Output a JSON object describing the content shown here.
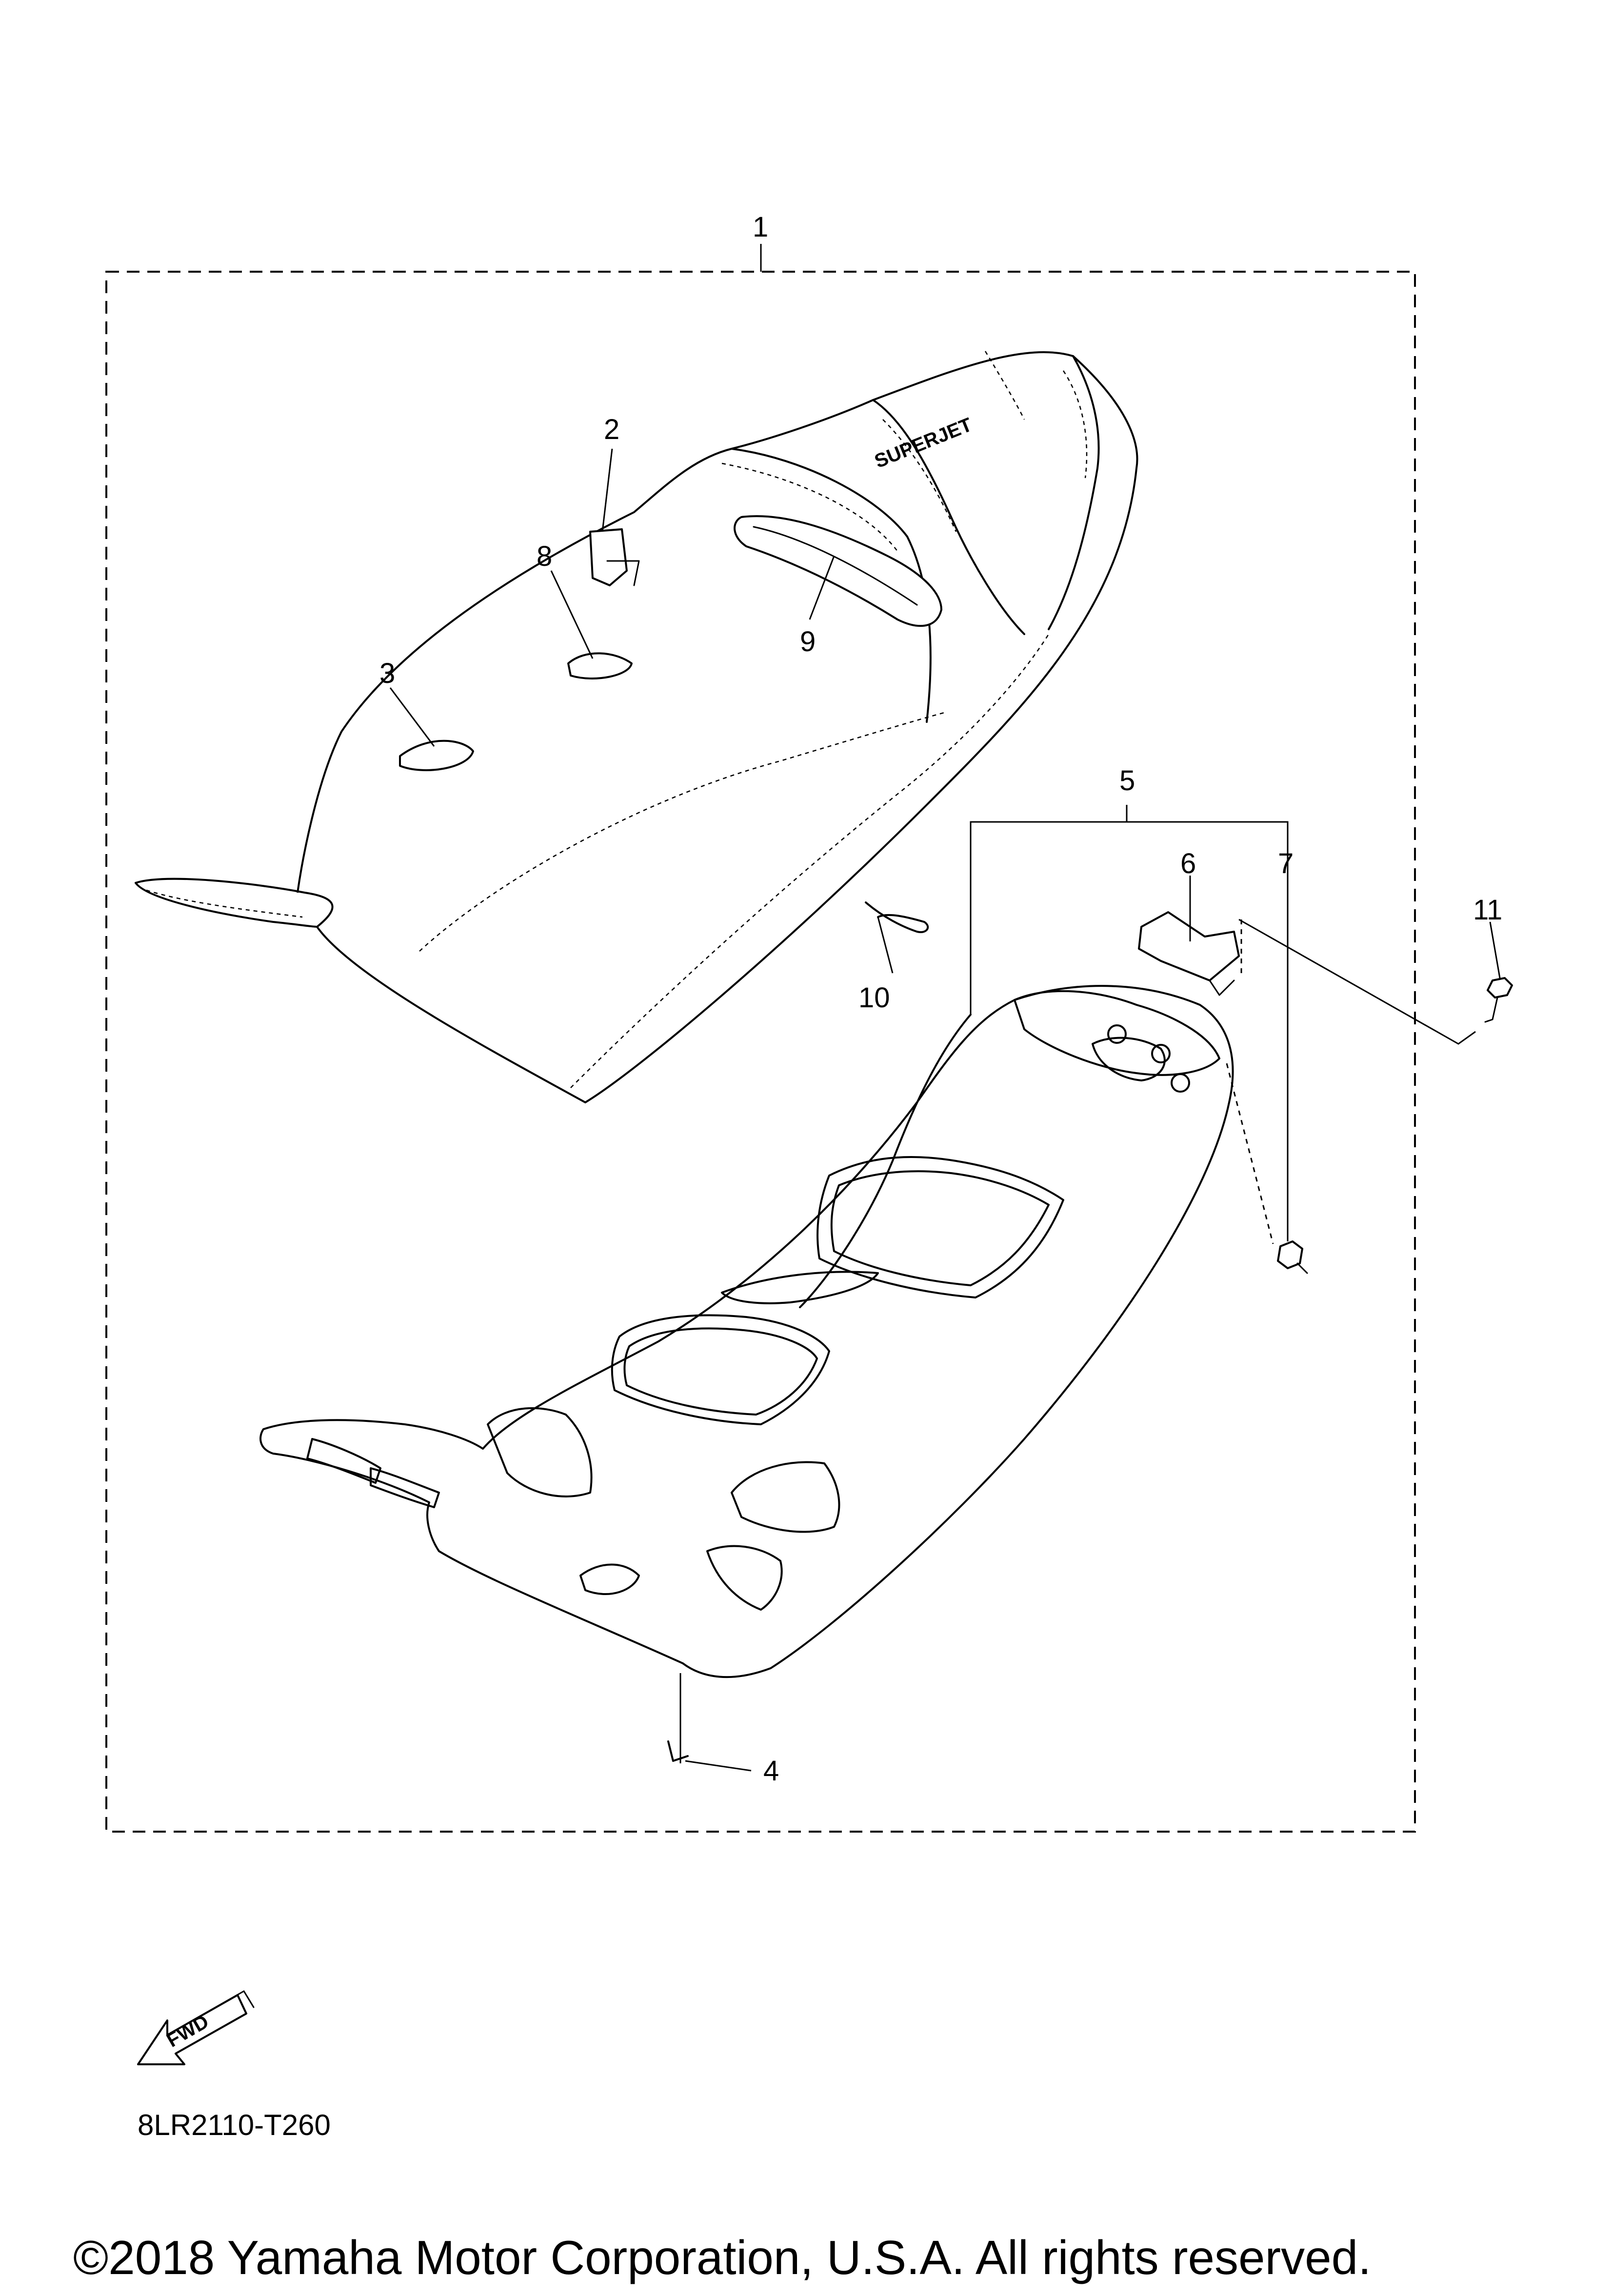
{
  "callouts": {
    "c1": "1",
    "c2": "2",
    "c3": "3",
    "c4": "4",
    "c5": "5",
    "c6": "6",
    "c7": "7",
    "c8": "8",
    "c9": "9",
    "c10": "10",
    "c11": "11"
  },
  "fwd_label": "FWD",
  "diagram_code": "8LR2110-T260",
  "copyright": "©2018 Yamaha Motor Corporation, U.S.A. All rights reserved.",
  "seat_emblem": "SUPERJET"
}
